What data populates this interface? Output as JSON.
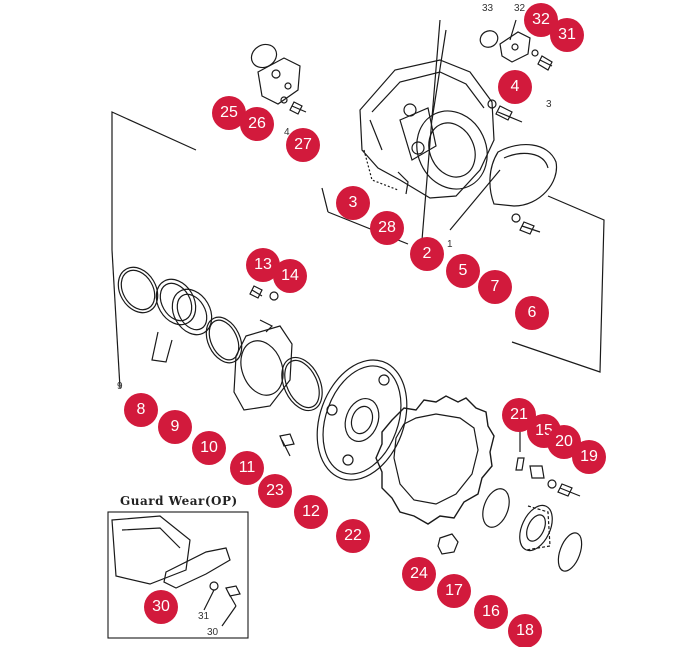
{
  "inset": {
    "title": "Guard Wear(OP)"
  },
  "callouts": [
    "1",
    "2",
    "3",
    "4",
    "5",
    "6",
    "7",
    "8",
    "9",
    "10",
    "11",
    "12",
    "13",
    "14",
    "15",
    "16",
    "17",
    "18",
    "19",
    "20",
    "21",
    "22",
    "23",
    "24",
    "25",
    "26",
    "27",
    "28",
    "30",
    "31",
    "32",
    "33"
  ],
  "bubbles": {
    "b32": "32",
    "b31": "31",
    "b4": "4",
    "b25": "25",
    "b26": "26",
    "b27": "27",
    "b3": "3",
    "b28": "28",
    "b2": "2",
    "b5": "5",
    "b7": "7",
    "b6": "6",
    "b13": "13",
    "b14": "14",
    "b8": "8",
    "b9": "9",
    "b10": "10",
    "b11": "11",
    "b23": "23",
    "b12": "12",
    "b22": "22",
    "b21": "21",
    "b15": "15",
    "b20": "20",
    "b19": "19",
    "b24": "24",
    "b17": "17",
    "b16": "16",
    "b18": "18",
    "b30": "30"
  },
  "labels": {
    "t33": "33",
    "t32": "32",
    "t3": "3",
    "t4": "4",
    "t1": "1",
    "t9": "9",
    "t31": "31",
    "t30": "30"
  },
  "colors": {
    "bubble": "#d21a3c",
    "line": "#1a1a1a"
  }
}
